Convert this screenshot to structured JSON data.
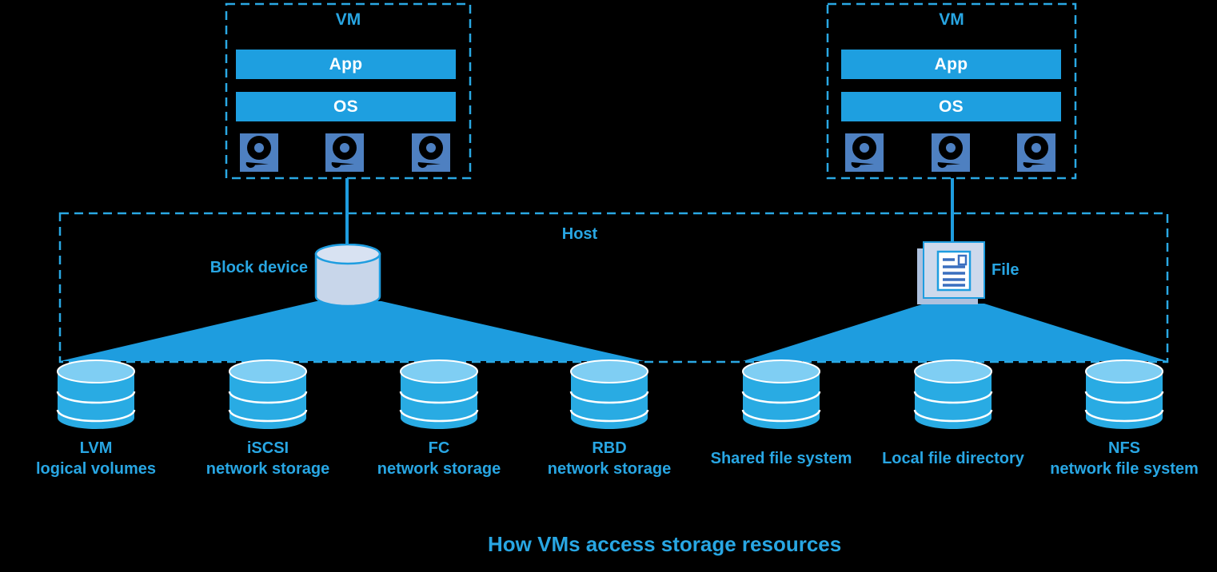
{
  "title": "How VMs access storage resources",
  "colors": {
    "background": "#000000",
    "accent_blue": "#1E9DE0",
    "label_blue": "#28A6E3",
    "dash_blue": "#2AA8E3",
    "cylinder_blue": "#29ABE3",
    "cylinder_top_blue": "#7FCEF3",
    "disk_square_blue": "#4E80C1",
    "light_panel": "#CDD9EC",
    "doc_line_blue": "#3A6FBF"
  },
  "vms": [
    {
      "title": "VM",
      "app": "App",
      "os": "OS",
      "disk_count": 3
    },
    {
      "title": "VM",
      "app": "App",
      "os": "OS",
      "disk_count": 3
    }
  ],
  "host": {
    "title": "Host",
    "block_device_label": "Block device",
    "file_label": "File"
  },
  "storages": [
    {
      "line1": "LVM",
      "line2": "logical volumes"
    },
    {
      "line1": "iSCSI",
      "line2": "network storage"
    },
    {
      "line1": "FC",
      "line2": "network storage"
    },
    {
      "line1": "RBD",
      "line2": "network storage"
    },
    {
      "line1": "Shared file system",
      "line2": ""
    },
    {
      "line1": "Local file directory",
      "line2": ""
    },
    {
      "line1": "NFS",
      "line2": "network file system"
    }
  ]
}
